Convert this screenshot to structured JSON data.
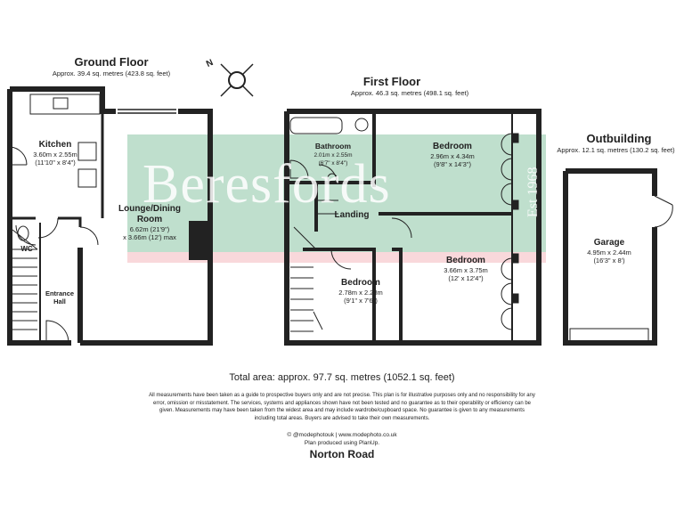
{
  "ground_floor": {
    "title": "Ground Floor",
    "area": "Approx. 39.4 sq. metres (423.8 sq. feet)"
  },
  "first_floor": {
    "title": "First Floor",
    "area": "Approx. 46.3 sq. metres (498.1 sq. feet)"
  },
  "outbuilding": {
    "title": "Outbuilding",
    "area": "Approx. 12.1 sq. metres (130.2 sq. feet)"
  },
  "compass_letter": "N",
  "rooms": {
    "kitchen": {
      "name": "Kitchen",
      "dim_m": "3.60m x 2.55m",
      "dim_ft": "(11'10\" x 8'4\")"
    },
    "wc": {
      "name": "WC"
    },
    "entrance": {
      "name": "Entrance",
      "name2": "Hall"
    },
    "lounge": {
      "name": "Lounge/Dining",
      "name2": "Room",
      "dim_m": "6.62m (21'9\")",
      "dim_ft": "x 3.66m (12') max"
    },
    "bathroom": {
      "name": "Bathroom",
      "dim_m": "2.01m x 2.55m",
      "dim_ft": "(6'7\" x 8'4\")"
    },
    "bedroom1": {
      "name": "Bedroom",
      "dim_m": "2.96m x 4.34m",
      "dim_ft": "(9'8\" x 14'3\")"
    },
    "landing": {
      "name": "Landing"
    },
    "bedroom2": {
      "name": "Bedroom",
      "dim_m": "3.66m x 3.75m",
      "dim_ft": "(12' x 12'4\")"
    },
    "bedroom3": {
      "name": "Bedroom",
      "dim_m": "2.78m x 2.28m",
      "dim_ft": "(9'1\" x 7'6\")"
    },
    "garage": {
      "name": "Garage",
      "dim_m": "4.95m x 2.44m",
      "dim_ft": "(16'3\" x 8')"
    }
  },
  "watermark": {
    "brand": "Beresfords",
    "est": "Est 1968"
  },
  "total_area": "Total area: approx. 97.7 sq. metres (1052.1 sq. feet)",
  "disclaimer": [
    "All measurements have been taken as a guide to prospective buyers only and are not precise. This plan is for illustrative purposes only and no responsibility for any",
    "error, omission or misstatement. The services, systems and appliances shown have not been tested and no guarantee as to their operability or efficiency can be",
    "given. Measurements may have been taken from the widest area and may include wardrobe/cupboard space. No guarantee is given to any measurements",
    "including total areas. Buyers are advised to take their own measurements."
  ],
  "credit1": "© @modephotouk | www.modephoto.co.uk",
  "credit2": "Plan produced using PlanUp.",
  "address": "Norton Road"
}
